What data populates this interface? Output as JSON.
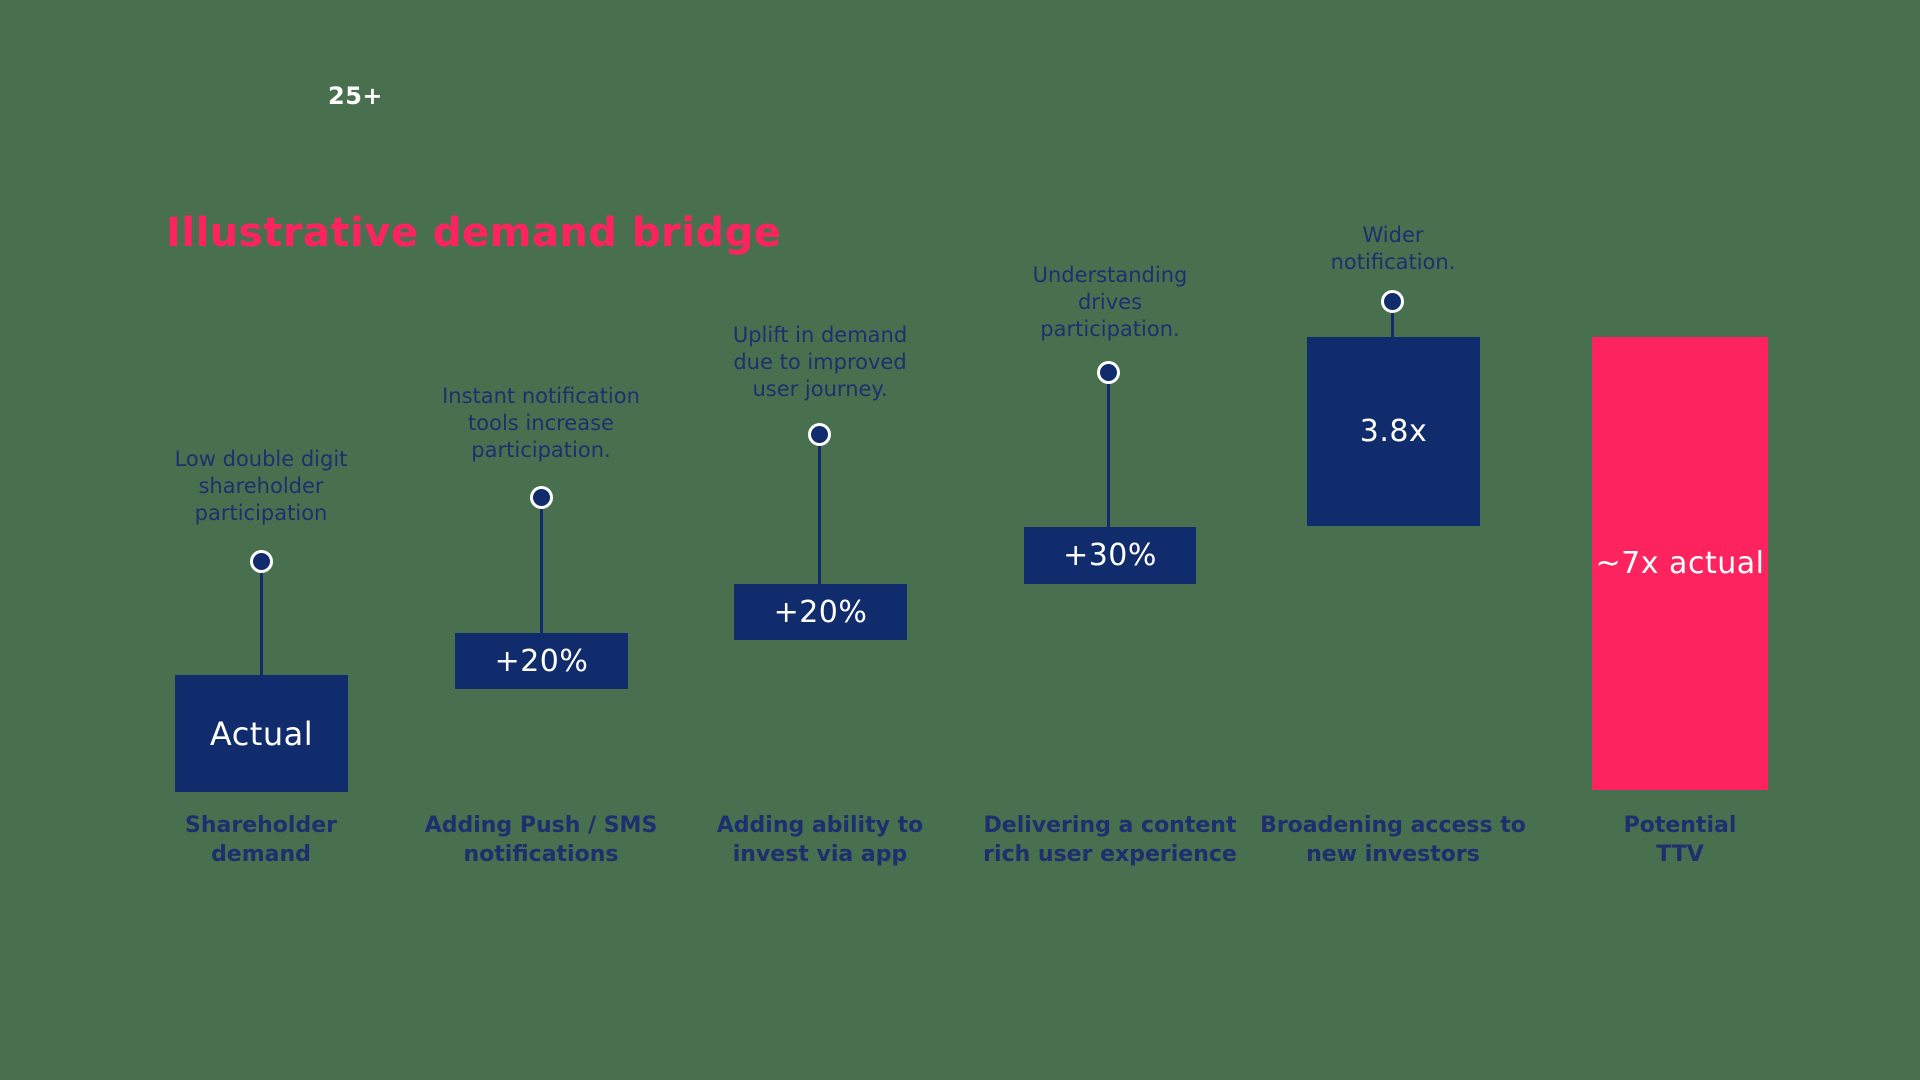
{
  "colors": {
    "background": "#48704E",
    "navy": "#112C6D",
    "pink": "#FC235E",
    "text_navy": "#1D2F6F",
    "white": "#FFFFFF"
  },
  "badge": {
    "text": "25+"
  },
  "header": {
    "title": "Illustrative demand bridge"
  },
  "chart": {
    "columns": [
      {
        "category": "Shareholder\ndemand",
        "value": "Actual",
        "annotation": "Low double digit\nshareholder\nparticipation"
      },
      {
        "category": "Adding Push / SMS\nnotifications",
        "value": "+20%",
        "annotation": "Instant notification\ntools increase\nparticipation."
      },
      {
        "category": "Adding ability to\ninvest via app",
        "value": "+20%",
        "annotation": "Uplift in demand\ndue to improved\nuser journey."
      },
      {
        "category": "Delivering a content\nrich user experience",
        "value": "+30%",
        "annotation": "Understanding\ndrives\nparticipation."
      },
      {
        "category": "Broadening access to\nnew investors",
        "value": "3.8x",
        "annotation": "Wider\nnotification."
      },
      {
        "category": "Potential\nTTV",
        "value": "~7x actual",
        "annotation": null
      }
    ]
  },
  "chart_data": {
    "type": "bar",
    "subtype": "waterfall_bridge",
    "title": "Illustrative demand bridge",
    "orientation": "vertical",
    "grid": false,
    "legend": false,
    "baseline_note": "Bridge chart: first bar sits on the baseline; each incremental bar stacks from the top of the previous one; final pink bar spans baseline to top (total).",
    "categories": [
      "Shareholder demand",
      "Adding Push / SMS notifications",
      "Adding ability to invest via app",
      "Delivering a content rich user experience",
      "Broadening access to new investors",
      "Potential TTV"
    ],
    "values": [
      "Actual",
      "+20%",
      "+20%",
      "+30%",
      "3.8x",
      "~7x actual"
    ],
    "implied_multipliers": [
      1.0,
      1.2,
      1.2,
      1.3,
      3.8,
      7.0
    ],
    "annotations": [
      "Low double digit shareholder participation",
      "Instant notification tools increase participation.",
      "Uplift in demand due to improved user journey.",
      "Understanding drives participation.",
      "Wider notification.",
      null
    ],
    "bar_colors": [
      "#112C6D",
      "#112C6D",
      "#112C6D",
      "#112C6D",
      "#112C6D",
      "#FC235E"
    ],
    "value_label_color": "#FFFFFF",
    "marker_style": "navy circle with white ring connected to bar top by thin navy line"
  }
}
